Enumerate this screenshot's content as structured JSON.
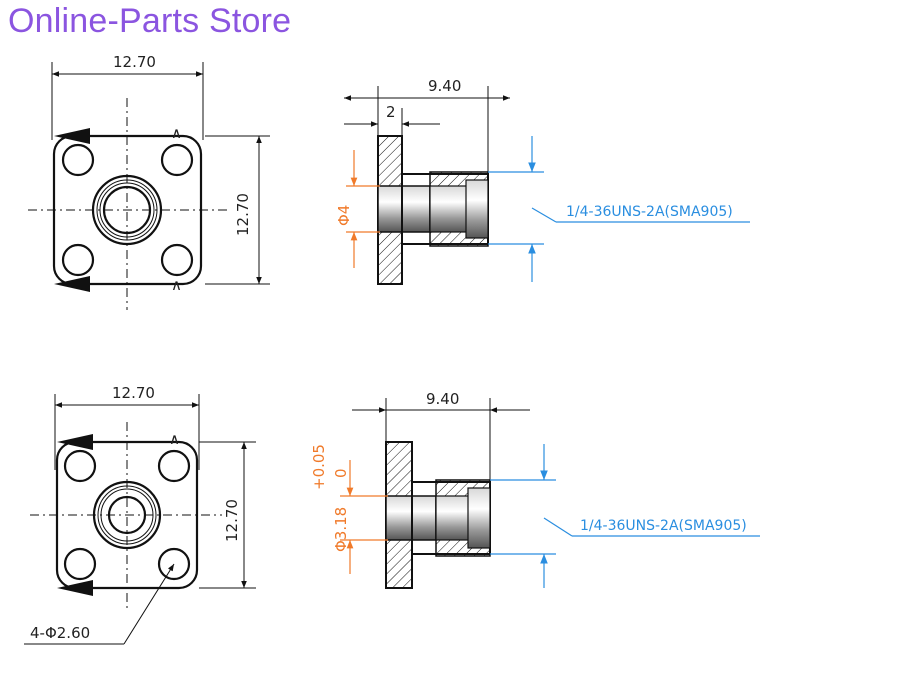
{
  "header": {
    "title": "Online-Parts Store"
  },
  "colors": {
    "title": "#8b55e0",
    "orange_dim": "#f07a2a",
    "blue_dim": "#2a8ee0",
    "line": "#111111"
  },
  "views": {
    "top_front": {
      "width": "12.70",
      "height": "12.70"
    },
    "top_side": {
      "length": "9.40",
      "flange": "2",
      "bore": "Φ4",
      "thread": "1/4-36UNS-2A(SMA905)"
    },
    "bottom_front": {
      "width": "12.70",
      "height": "12.70",
      "holes": "4-Φ2.60"
    },
    "bottom_side": {
      "length": "9.40",
      "bore": "Φ3.18",
      "tol_upper": "+0.05",
      "tol_lower": "0",
      "thread": "1/4-36UNS-2A(SMA905)"
    }
  }
}
